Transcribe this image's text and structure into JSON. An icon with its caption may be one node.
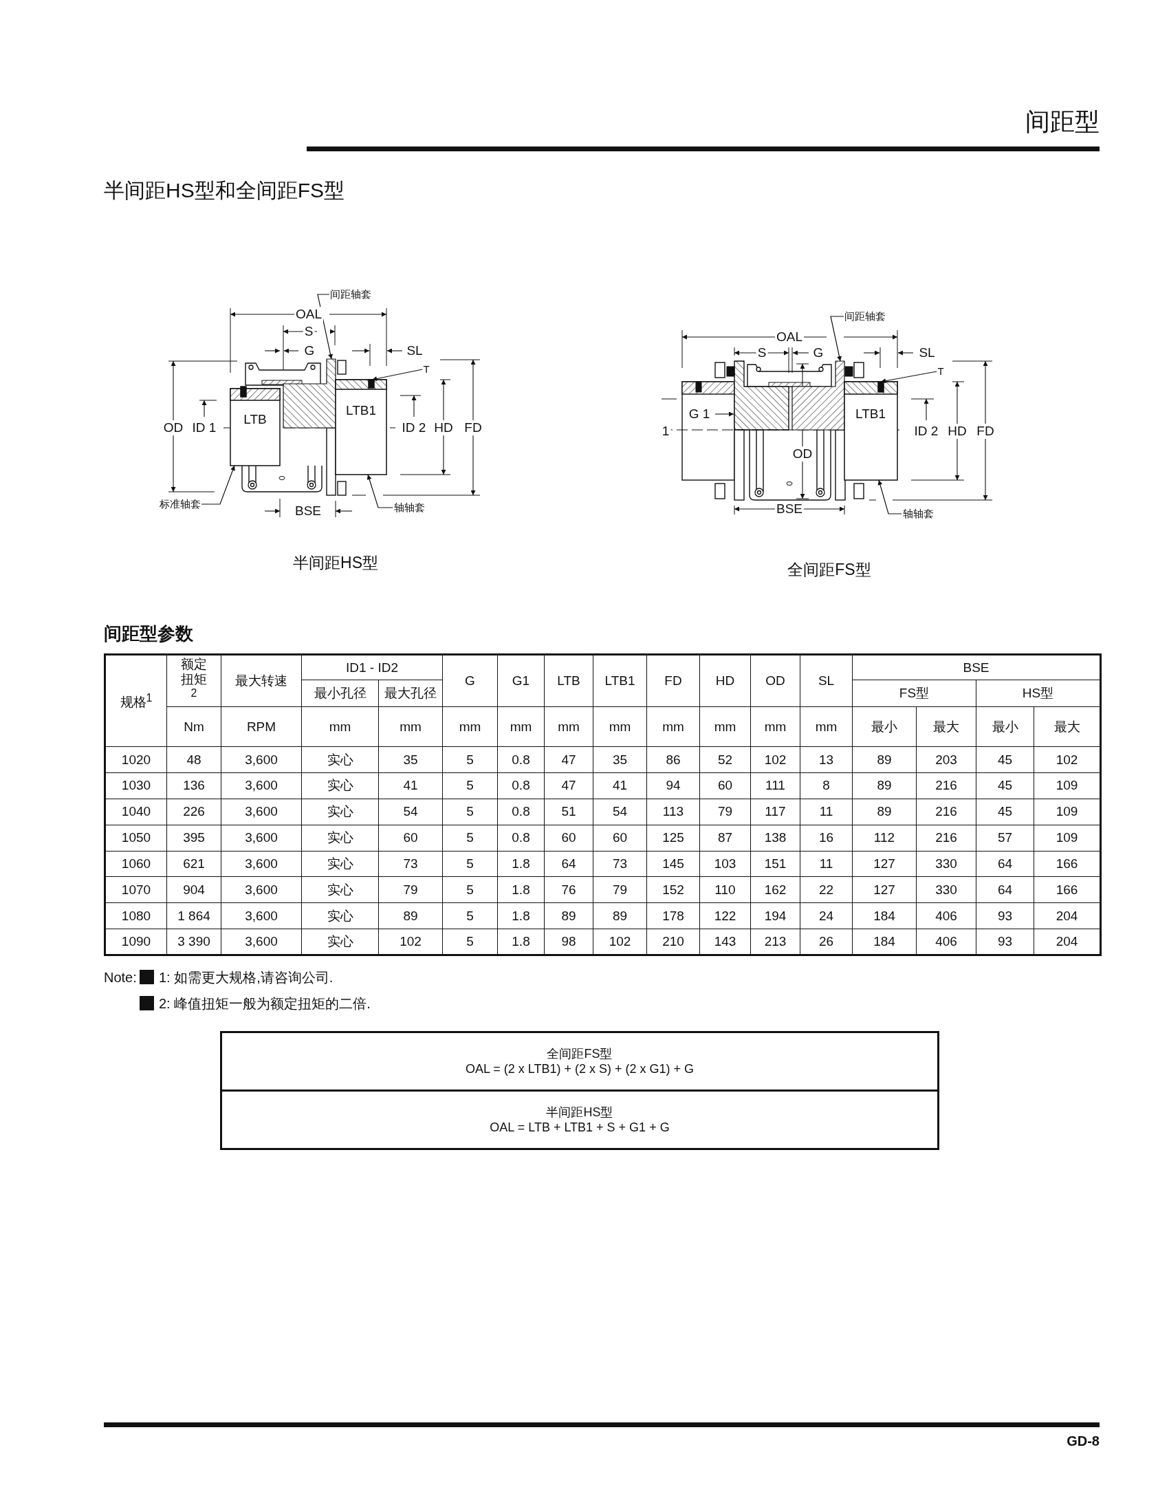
{
  "diagram": {
    "title": "间距型",
    "nodes": [
      {
        "text": [
          "间距轴套"
        ]
      },
      {
        "text": [
          "T"
        ]
      },
      {
        "text": [
          "标准轴套"
        ]
      },
      {
        "text": [
          "轴轴套"
        ]
      },
      {
        "text": [
          "间距轴套"
        ]
      },
      {
        "text": [
          "T"
        ]
      },
      {
        "text": [
          "轴轴套"
        ]
      },
      {
        "text": [],
        "shape": "picture"
      },
      {
        "text": [],
        "shape": "box",
        "in": 10
      },
      {
        "text": [],
        "shape": "box"
      },
      {
        "text": [],
        "shape": "box"
      },
      {
        "text": [],
        "shape": "picture"
      },
      {
        "text": [],
        "shape": "box",
        "in": 13
      },
      {
        "text": [],
        "shape": "box"
      }
    ],
    "edges": [
      {
        "from": 0,
        "to": 7,
        "arrow": "to"
      },
      {
        "from": 1,
        "to": 8,
        "arrow": "to"
      },
      {
        "from": 2,
        "to": 9,
        "arrow": "to"
      },
      {
        "from": 3,
        "to": 10,
        "arrow": "to"
      },
      {
        "from": 4,
        "to": 11,
        "arrow": "to"
      },
      {
        "from": 5,
        "to": 12,
        "arrow": "to"
      },
      {
        "from": 6,
        "to": 13,
        "arrow": "to"
      }
    ],
    "labels": [
      "半间距HS型和全间距FS型",
      "OAL",
      "S",
      "G",
      "SL",
      "OD",
      "ID 1",
      "LTB",
      "LTB1",
      "ID 2",
      "HD",
      "FD",
      "BSE",
      "半间距HS型",
      "OAL",
      "S",
      "G",
      "SL",
      "G 1",
      "1",
      "LTB1",
      "ID 2",
      "HD",
      "FD",
      "OD",
      "BSE",
      "全间距FS型",
      "间距型参数",
      "规格$^{1}$",
      "额定扭矩$^{2}$",
      "最大转速",
      "ID1 - ID2",
      "G",
      "G1",
      "LTB",
      "LTB1",
      "FD",
      "HD",
      "OD",
      "SL",
      "BSE",
      "最小孔径",
      "最大孔径",
      "FS型",
      "HS型",
      "Nm",
      "RPM",
      "mm",
      "mm",
      "mm",
      "mm",
      "mm",
      "mm",
      "mm",
      "mm",
      "mm",
      "mm",
      "最小",
      "最大",
      "最小",
      "最大",
      "1020",
      "48",
      "3,600",
      "实心",
      "35",
      "5",
      "0.8",
      "47",
      "35",
      "86",
      "52",
      "102",
      "13",
      "89",
      "203",
      "45",
      "102",
      "1030",
      "136",
      "3,600",
      "实心",
      "41",
      "5",
      "0.8",
      "47",
      "41",
      "94",
      "60",
      "111",
      "8",
      "89",
      "216",
      "45",
      "109",
      "1040",
      "226",
      "3,600",
      "实心",
      "54",
      "5",
      "0.8",
      "51",
      "54",
      "113",
      "79",
      "117",
      "11",
      "89",
      "216",
      "45",
      "109",
      "1050",
      "395",
      "3,600",
      "实心",
      "60",
      "5",
      "0.8",
      "60",
      "60",
      "125",
      "87",
      "138",
      "16",
      "112",
      "216",
      "57",
      "109",
      "1060",
      "621",
      "3,600",
      "实心",
      "73",
      "5",
      "1.8",
      "64",
      "73",
      "145",
      "103",
      "151",
      "11",
      "127",
      "330",
      "64",
      "166",
      "1070",
      "904",
      "3,600",
      "实心",
      "79",
      "5",
      "1.8",
      "76",
      "79",
      "152",
      "110",
      "162",
      "22",
      "127",
      "330",
      "64",
      "166",
      "1080",
      "1 864",
      "3,600",
      "实心",
      "89",
      "5",
      "1.8",
      "89",
      "89",
      "178",
      "122",
      "194",
      "24",
      "184",
      "406",
      "93",
      "204",
      "1090",
      "3 390",
      "3,600",
      "实心",
      "102",
      "5",
      "1.8",
      "98",
      "102",
      "210",
      "143",
      "213",
      "26",
      "184",
      "406",
      "93",
      "204",
      "Note:",
      "1: 如需更大规格,请咨询公司.",
      "2: 峰值扭矩一般为额定扭矩的二倍.",
      "全间距FS型",
      "OAL = (2 x LTB1) + (2 x S) + (2 x G1) + G",
      "半间距HS型",
      "OAL = LTB + LTB1 + S + G1 + G",
      "GD-8"
    ]
  }
}
